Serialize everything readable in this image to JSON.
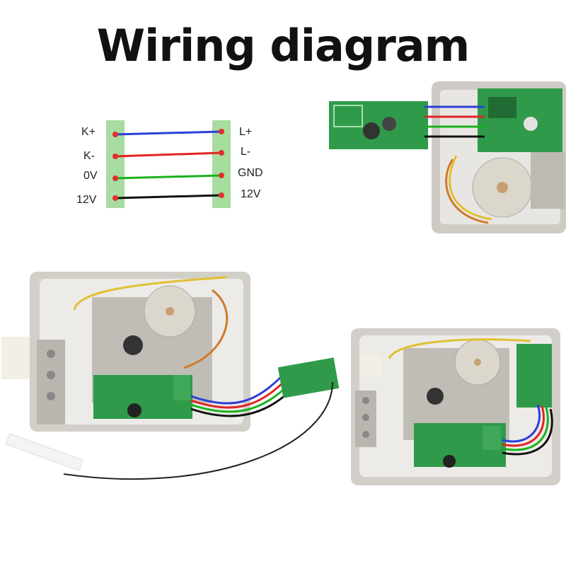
{
  "title": "Wiring diagram",
  "wiring": {
    "left_terminals": [
      "K+",
      "K-",
      "0V",
      "12V"
    ],
    "right_terminals": [
      "L+",
      "L-",
      "GND",
      "12V"
    ],
    "wire_colors": [
      "#2b3fd8",
      "#e02424",
      "#19b31c",
      "#111111"
    ],
    "terminal_block_color": "#a8dca0",
    "terminal_dot_color": "#e0302c"
  },
  "colors": {
    "pcb": "#2f9a4a",
    "metal": "#c9c6c0",
    "motor": "#dcd7cc"
  }
}
